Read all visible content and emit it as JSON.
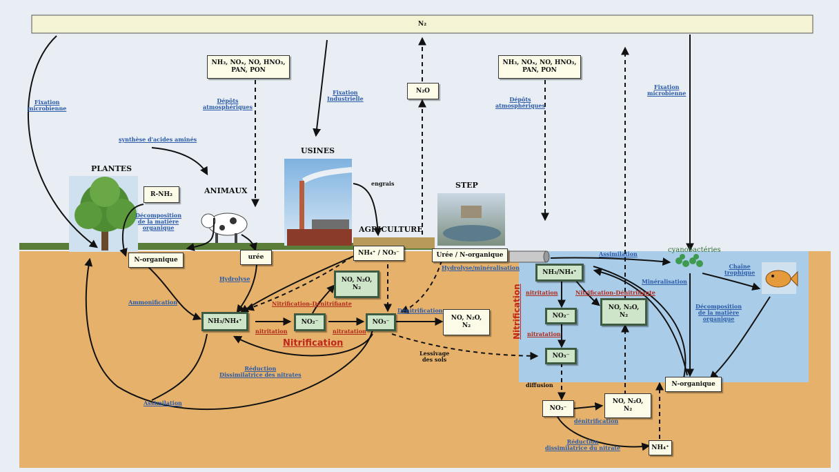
{
  "top_bar": {
    "label": "N₂"
  },
  "boxes": {
    "atm_left": "NH₃, NOₓ, NO, HNO₃,\nPAN, PON",
    "atm_right": "NH₃, NOₓ, NO, HNO₃,\nPAN, PON",
    "n2o": "N₂O",
    "rnh2": "R-NH₂",
    "norg_left": "N-organique",
    "uree": "urée",
    "nh4no3": "NH₄⁺ / NO₃⁻",
    "uree_norg": "Urée / N-organique",
    "no_n2o_n2_mid": "NO, N₂O,\nN₂",
    "nh3_left": "NH₃/NH₄⁺",
    "no2_left": "NO₂⁻",
    "no3_left": "NO₃⁻",
    "no_n2o_n2_right_of_no3": "NO, N₂O,\nN₂",
    "nh3_right": "NH₃/NH₄⁺",
    "no2_right": "NO₂⁻",
    "no3_right": "NO₃⁻",
    "no_n2o_n2_water": "NO, N₂O,\nN₂",
    "norg_right": "N-organique",
    "no3_bottom": "NO₃⁻",
    "no_n2o_n2_bottom": "NO, N₂O,\nN₂",
    "nh4_bottom": "NH₄⁺"
  },
  "titles": {
    "plantes": "PLANTES",
    "animaux": "ANIMAUX",
    "usines": "USINES",
    "agriculture": "AGRICULTURE",
    "step": "STEP",
    "cyanobacteries": "cyanobactéries"
  },
  "labels": {
    "fixation_microbienne_left": "Fixation\nmicrobienne",
    "synthese": "synthèse d'acides aminés",
    "depots_left": "Dépôts\natmosphériques",
    "fixation_industrielle": "Fixation\nIndustrielle",
    "depots_right": "Dépôts\natmosphériques",
    "fixation_microbienne_right": "Fixation\nmicrobienne",
    "decomposition_left": "Décomposition\nde la matière\norganique",
    "engrais": "engrais",
    "hydrolyse_mineralisation": "Hydrolyse/minéralisation",
    "assimilation_right": "Assimilation",
    "chaine_trophique": "Chaîne\ntrophique",
    "mineralisation": "Minéralisation",
    "decomposition_right": "Décomposition\nde la matière\norganique",
    "hydrolyse": "Hydrolyse",
    "ammonification": "Ammonification",
    "nitrification_denitrifiante_left": "Nitrification-Dénitrifiante",
    "denitrification_left": "Dénitrification",
    "nitritation_left": "nitritation",
    "nitratation_left": "nitratation",
    "nitrification_left": "Nitrification",
    "lessivage": "Lessivage\ndes sols",
    "reduction_left": "Réduction\nDissimilatrice des nitrates",
    "assimilation_left": "Assimilation",
    "nitritation_right": "nitritation",
    "nitrification_denitrifiante_right": "Nitrification-Dénitrifiante",
    "nitratation_right": "nitratation",
    "nitrification_vertical": "Nitrification",
    "diffusion": "diffusion",
    "denitrification_bottom": "dénitrification",
    "reduction_bottom": "Réduction\ndissimilatrice du nitrate"
  },
  "colors": {
    "sky": "#e8eef4",
    "soil": "#e6b26b",
    "water": "#a9cde9",
    "box_fill": "#fbfbe8",
    "green_box_fill": "#cfe5c9",
    "blue_label": "#2a5aa8",
    "red_label": "#b02a1a"
  }
}
